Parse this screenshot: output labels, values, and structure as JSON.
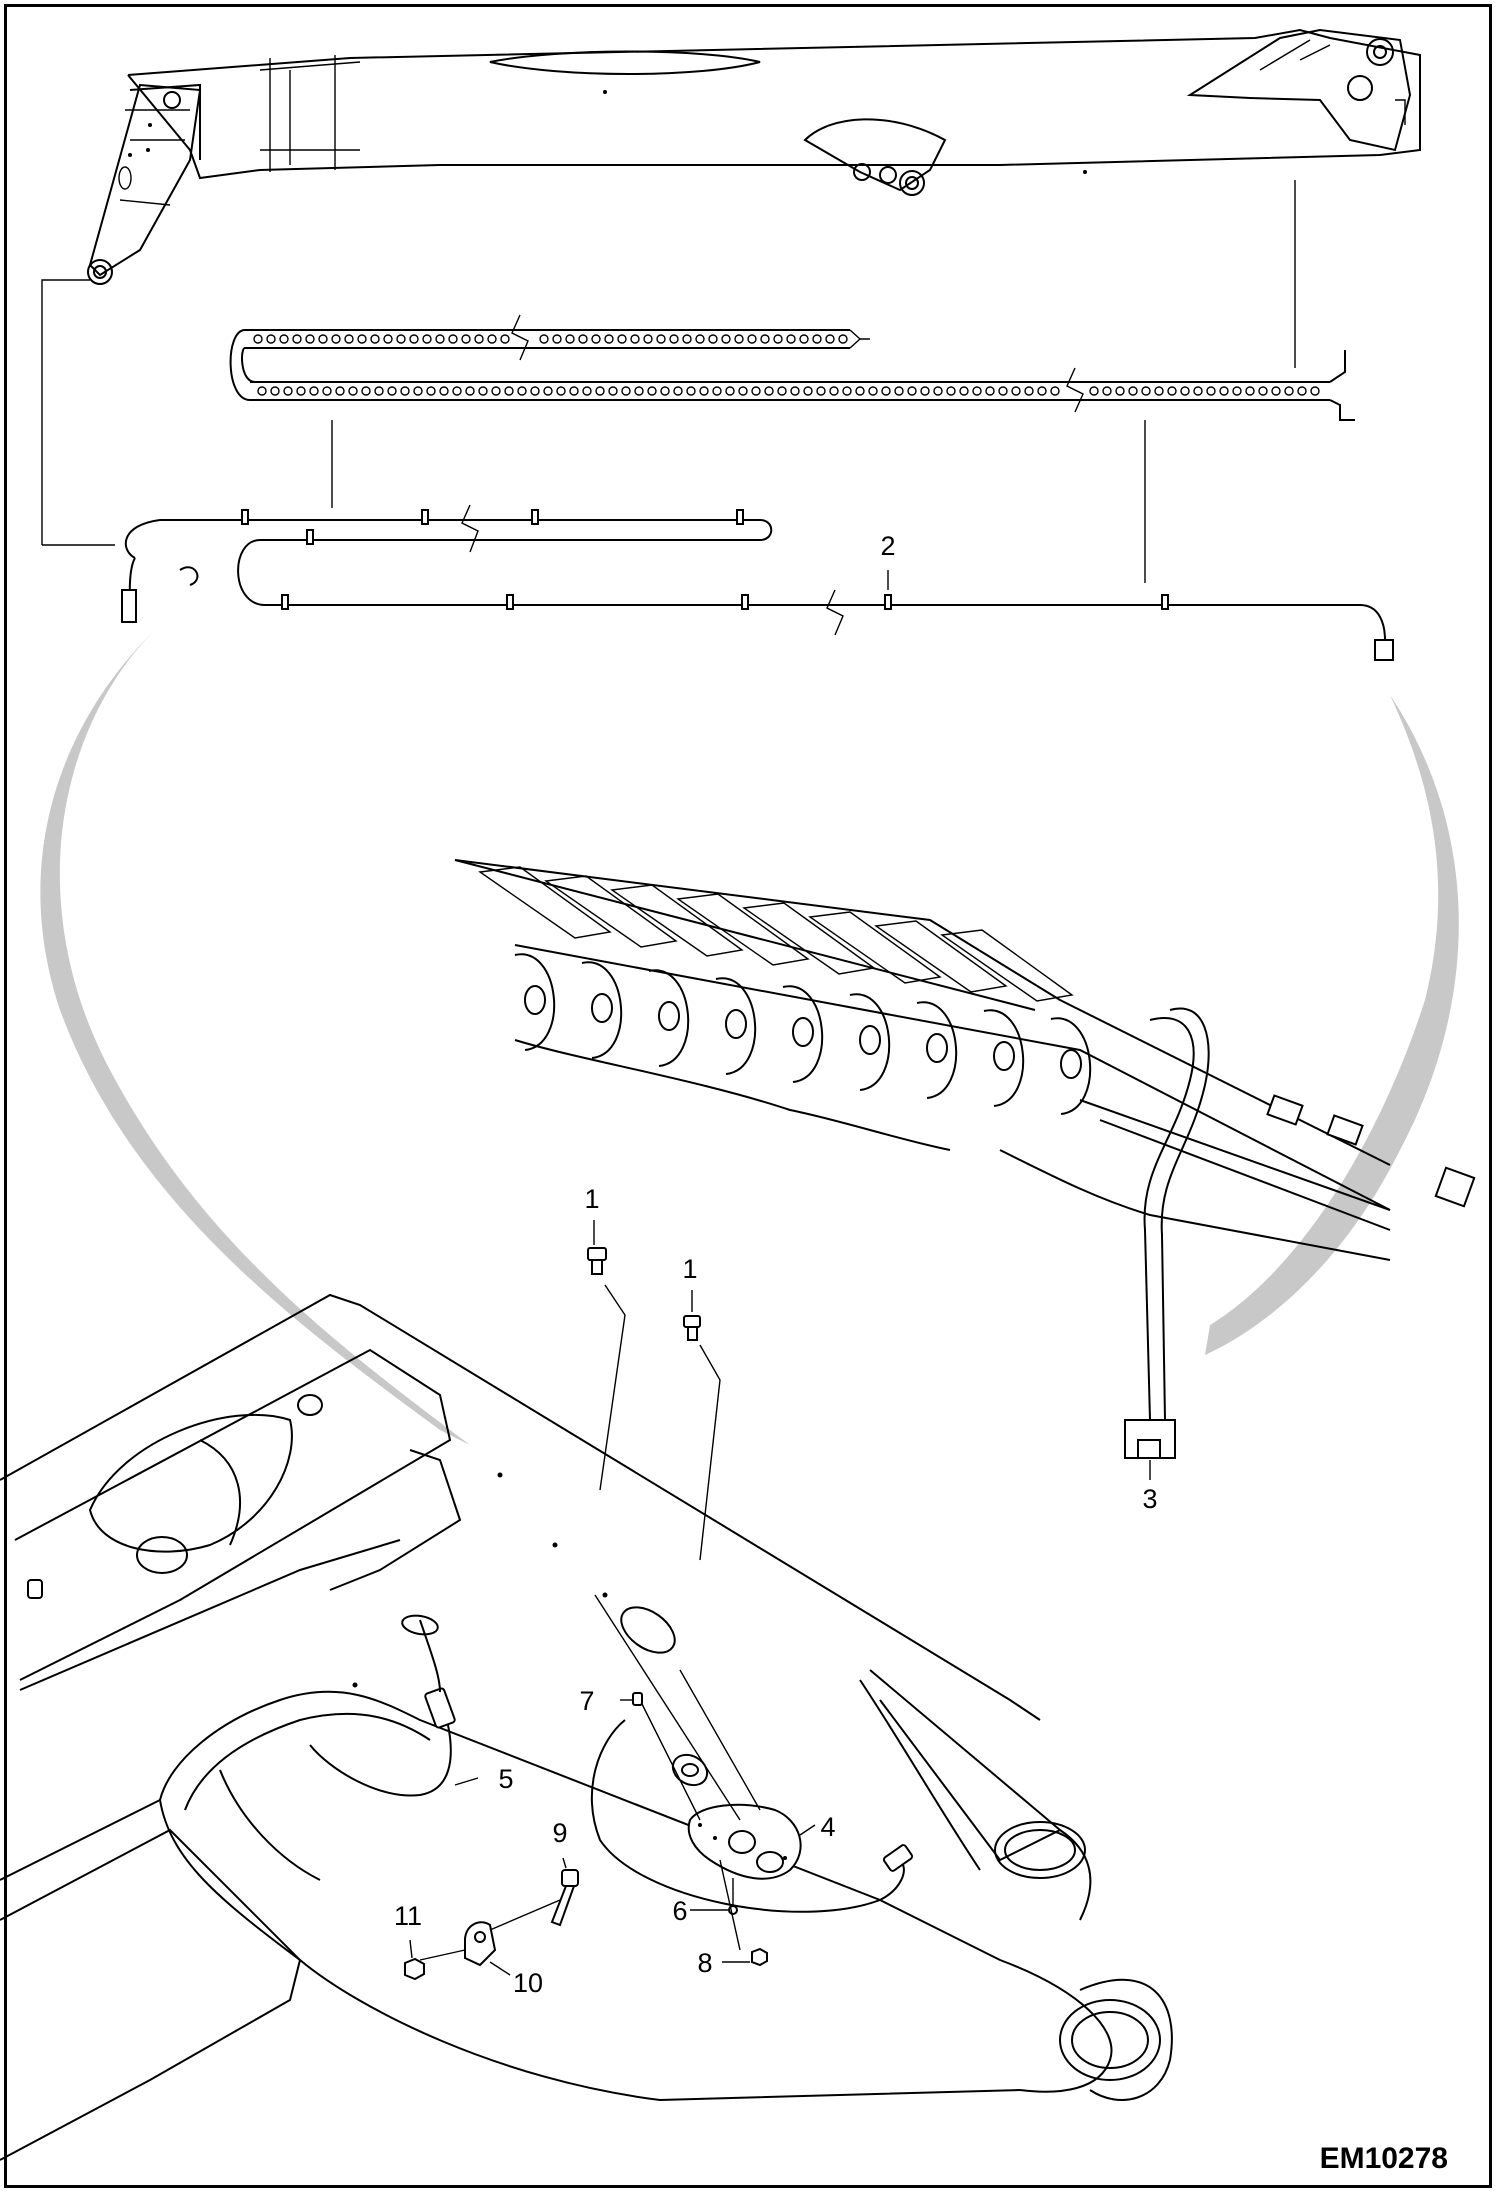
{
  "drawing": {
    "code": "EM10278",
    "callouts": [
      {
        "id": "c1a",
        "text": "1"
      },
      {
        "id": "c1b",
        "text": "1"
      },
      {
        "id": "c2",
        "text": "2"
      },
      {
        "id": "c3",
        "text": "3"
      },
      {
        "id": "c4",
        "text": "4"
      },
      {
        "id": "c5",
        "text": "5"
      },
      {
        "id": "c6",
        "text": "6"
      },
      {
        "id": "c7",
        "text": "7"
      },
      {
        "id": "c8",
        "text": "8"
      },
      {
        "id": "c9",
        "text": "9"
      },
      {
        "id": "c10",
        "text": "10"
      },
      {
        "id": "c11",
        "text": "11"
      }
    ]
  },
  "colors": {
    "line": "#000000",
    "arrow_fill": "#c8c8c8",
    "background": "#ffffff"
  }
}
